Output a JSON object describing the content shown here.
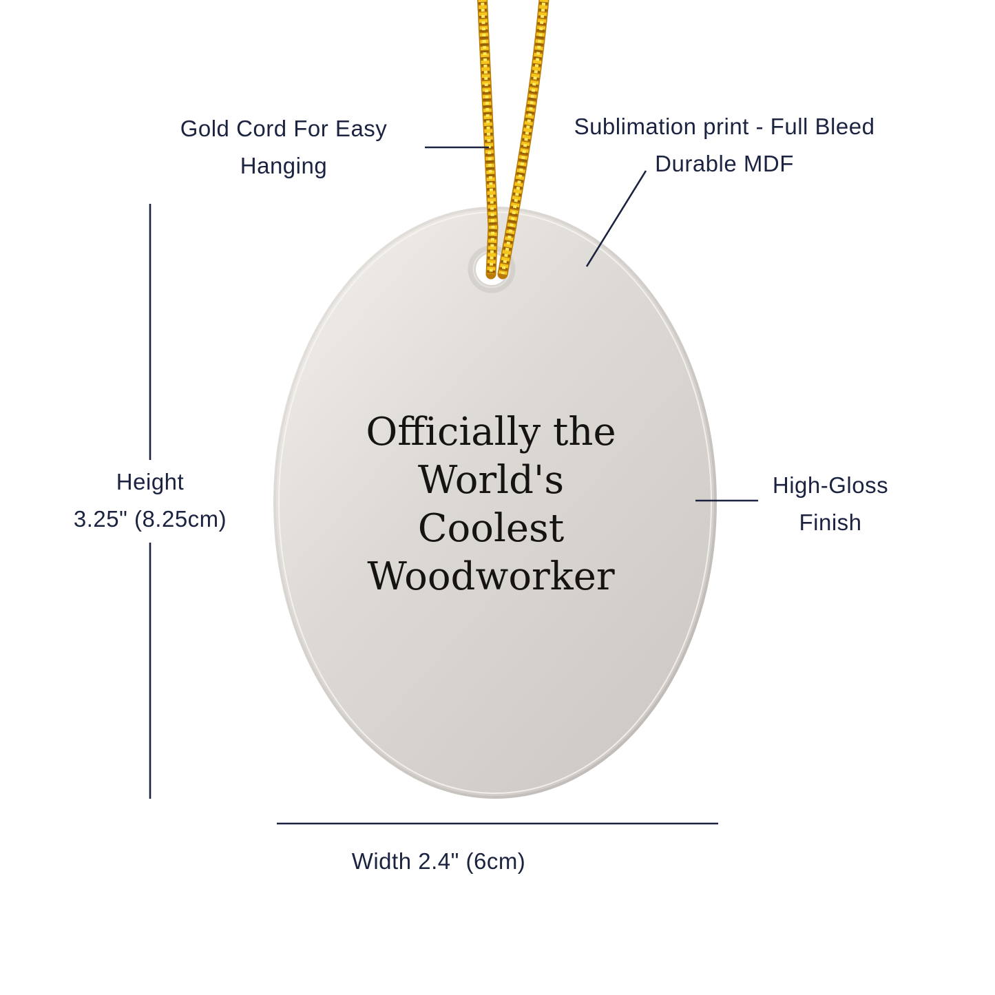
{
  "labels": {
    "gold_cord": {
      "line1": "Gold Cord For Easy",
      "line2": "Hanging"
    },
    "sublimation": {
      "line1": "Sublimation print - Full Bleed",
      "line2": "Durable MDF"
    },
    "height": {
      "line1": "Height",
      "line2": "3.25\" (8.25cm)"
    },
    "high_gloss": {
      "line1": "High-Gloss",
      "line2": "Finish"
    },
    "width": {
      "text": "Width 2.4\" (6cm)"
    }
  },
  "ornament": {
    "text_lines": [
      "Officially the",
      "World's",
      "Coolest",
      "Woodworker"
    ]
  },
  "colors": {
    "label-color": "#1b2340",
    "line-color": "#1b2340",
    "ornament-text-color": "#161412",
    "ornament-light": "#f2efec",
    "ornament-mid": "#ddd9d5",
    "ornament-dark": "#cdc8c4",
    "cord-gold": "#f6c51b",
    "cord-dark-gold": "#8a5200",
    "background": "#ffffff"
  }
}
